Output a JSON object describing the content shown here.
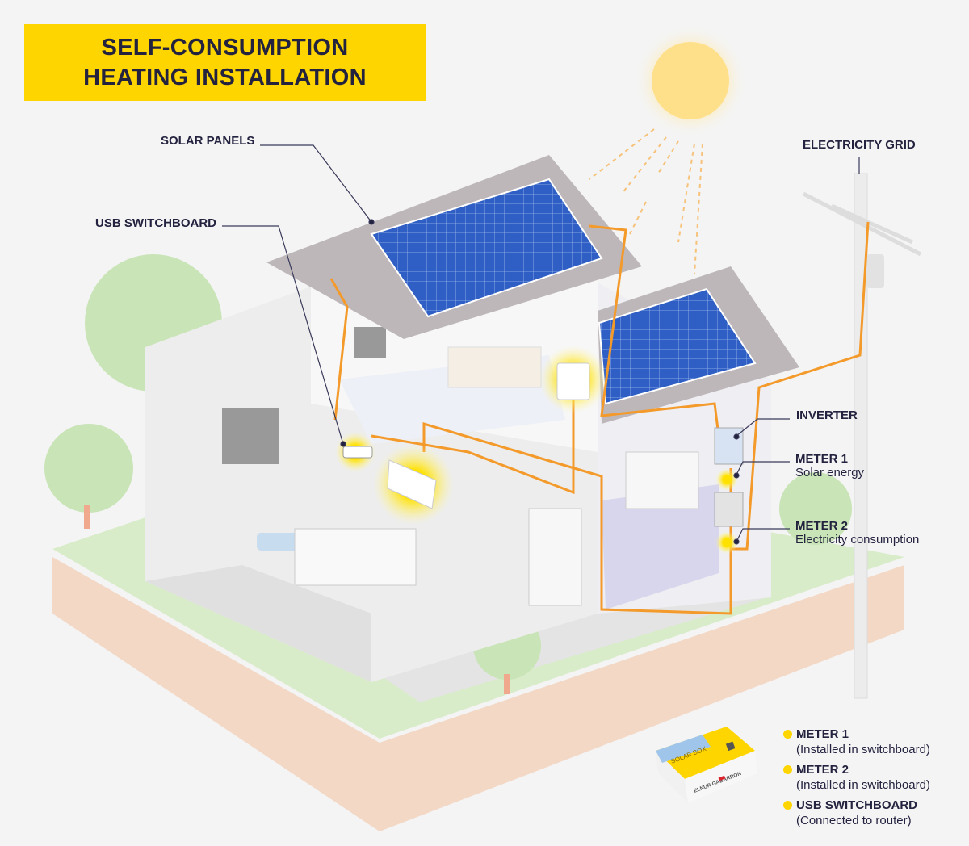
{
  "title": {
    "line1": "SELF-CONSUMPTION",
    "line2": "HEATING INSTALLATION"
  },
  "labels": {
    "solar_panels": "SOLAR PANELS",
    "usb_switchboard": "USB SWITCHBOARD",
    "electricity_grid": "ELECTRICITY GRID",
    "inverter": "INVERTER",
    "meter1": {
      "title": "METER 1",
      "subtitle": "Solar energy"
    },
    "meter2": {
      "title": "METER 2",
      "subtitle": "Electricity consumption"
    }
  },
  "legend": [
    {
      "title": "METER 1",
      "note": "(Installed in switchboard)"
    },
    {
      "title": "METER 2",
      "note": "(Installed in switchboard)"
    },
    {
      "title": "USB SWITCHBOARD",
      "note": "(Connected to router)"
    }
  ],
  "product_box": {
    "name": "SOLAR BOX",
    "brand": "ELNUR GABARRON"
  },
  "colors": {
    "accent": "#ffd500",
    "wire": "#f39a2b",
    "panel": "#2f5fc4",
    "text": "#23223f",
    "grass": "#d9ecc9",
    "soil": "#f3d8c6"
  }
}
